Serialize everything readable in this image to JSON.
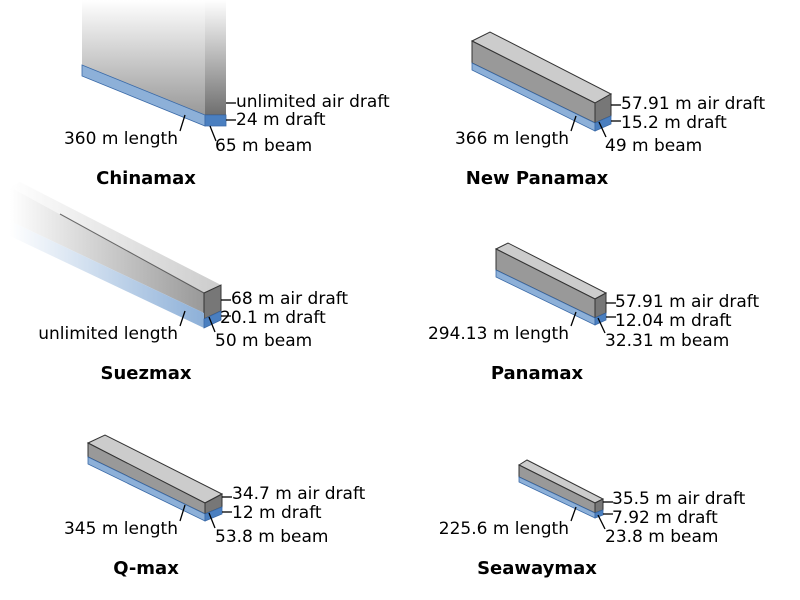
{
  "colors": {
    "hull_top": "#cccccc",
    "hull_side": "#999999",
    "hull_end": "#777777",
    "hull_stroke": "#333333",
    "water_side": "#8db0d8",
    "water_end": "#4a7fc0",
    "water_stroke": "#3a6aa8"
  },
  "ships": [
    {
      "name": "Chinamax",
      "length": "360 m length",
      "beam": "65 m beam",
      "draft": "24 m draft",
      "air_draft": "unlimited air draft"
    },
    {
      "name": "New Panamax",
      "length": "366 m length",
      "beam": "49 m beam",
      "draft": "15.2 m draft",
      "air_draft": "57.91 m air draft"
    },
    {
      "name": "Suezmax",
      "length": "unlimited length",
      "beam": "50 m beam",
      "draft": "20.1 m draft",
      "air_draft": "68 m air draft"
    },
    {
      "name": "Panamax",
      "length": "294.13 m length",
      "beam": "32.31 m beam",
      "draft": "12.04 m draft",
      "air_draft": "57.91 m air draft"
    },
    {
      "name": "Q-max",
      "length": "345 m length",
      "beam": "53.8 m beam",
      "draft": "12 m draft",
      "air_draft": "34.7 m air draft"
    },
    {
      "name": "Seawaymax",
      "length": "225.6 m length",
      "beam": "23.8 m beam",
      "draft": "7.92 m draft",
      "air_draft": "35.5 m air draft"
    }
  ]
}
